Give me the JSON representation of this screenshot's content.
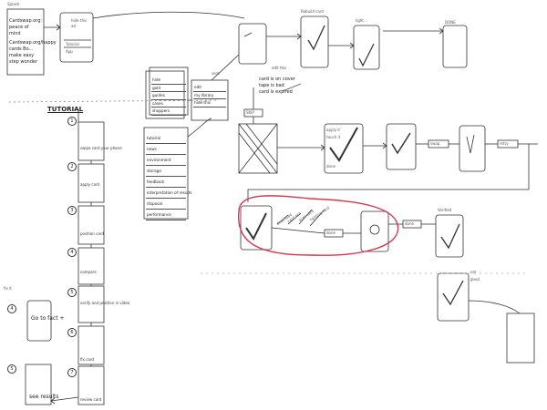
{
  "tutorial_heading": "TUTORIAL",
  "top_left": {
    "corner_label": "Splash",
    "phrase_lines": [
      "Cardswap.org:",
      "peace of",
      "mind"
    ],
    "text_lines": [
      "Cardswap.org/happy",
      "cards Bo...",
      "make easy",
      "step wonder"
    ]
  },
  "small_phone": {
    "lines": [
      "hide this",
      "ad"
    ],
    "menu": [
      "Tutorial",
      "App"
    ]
  },
  "flow_labels": {
    "rebuild_top": "Rebuild card",
    "confirm_top": "DONE",
    "lighter_label": "light...",
    "edit_label": "edit this",
    "verified_top": "Verified"
  },
  "stack_lists": {
    "stack_a": [
      "hide",
      "gold",
      "guides",
      "cases",
      "shoppers"
    ],
    "stack_b": [
      "edit",
      "my library",
      "hide this"
    ],
    "stack_c": [
      "tutorial",
      "news",
      "environment",
      "storage",
      "feedback",
      "interpretation of results",
      "disposal",
      "performance"
    ]
  },
  "swap_options": {
    "list": [
      "card is on cover",
      "tape is bad",
      "card is expired"
    ],
    "button_label": "SKIP"
  },
  "mid_flow": {
    "labels": [
      "swap",
      "retry",
      "done",
      "done"
    ],
    "small_text": [
      "apply it",
      "touch it",
      "done"
    ],
    "sent_label": "sent"
  },
  "highlight_annotations": [
    "download",
    "card ok?",
    "scan card",
    "lighting card"
  ],
  "tutorial_steps": [
    {
      "num": "1",
      "caption": "swipe card your phone"
    },
    {
      "num": "2",
      "caption": "apply card"
    },
    {
      "num": "3",
      "caption": "position card"
    },
    {
      "num": "4",
      "caption": "compare"
    },
    {
      "num": "5",
      "caption": "verify and position in video"
    },
    {
      "num": "6",
      "caption": "fix card"
    },
    {
      "num": "7",
      "caption": "review card"
    }
  ],
  "side_notes": {
    "left_label": "fix it",
    "box_4_text": "Go to fact +",
    "box_5_text": "see results"
  },
  "side_flow": {
    "text": [
      "set",
      "good"
    ]
  }
}
